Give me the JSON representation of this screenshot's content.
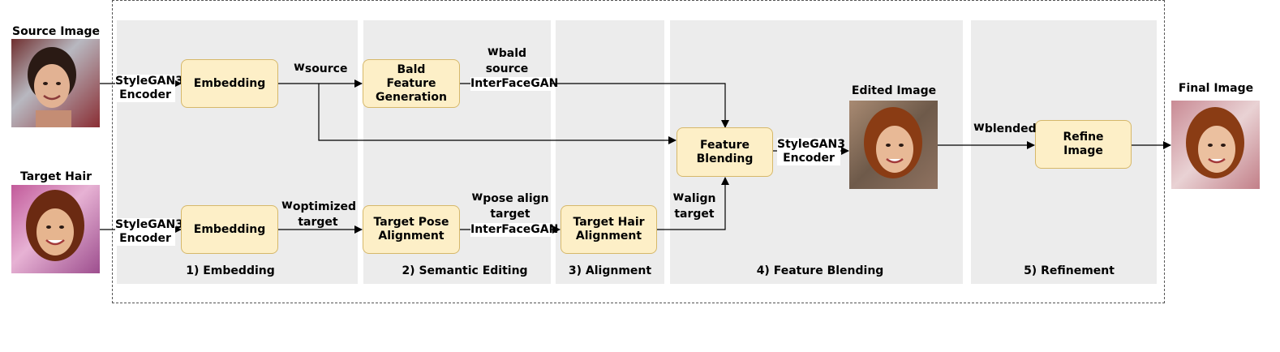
{
  "images": {
    "source_title": "Source Image",
    "target_title": "Target Hair",
    "edited_title": "Edited Image",
    "final_title": "Final Image"
  },
  "stages": {
    "s1": "1) Embedding",
    "s2": "2) Semantic Editing",
    "s3": "3) Alignment",
    "s4": "4) Feature Blending",
    "s5": "5) Refinement"
  },
  "boxes": {
    "embed_top": "Embedding",
    "embed_bottom": "Embedding",
    "bald_l1": "Bald",
    "bald_l2": "Feature",
    "bald_l3": "Generation",
    "pose_l1": "Target Pose",
    "pose_l2": "Alignment",
    "hair_l1": "Target Hair",
    "hair_l2": "Alignment",
    "blend_l1": "Feature",
    "blend_l2": "Blending",
    "refine_l1": "Refine",
    "refine_l2": "Image"
  },
  "encoders": {
    "top_l1": "StyleGAN3",
    "top_l2": "Encoder",
    "bottom_l1": "StyleGAN3",
    "bottom_l2": "Encoder",
    "blend_l1": "StyleGAN3",
    "blend_l2": "Encoder"
  },
  "latents": {
    "w": "w",
    "source_sub": "source",
    "bald_sub": "bald",
    "bald_line2": "source",
    "optimized_sub": "optimized",
    "optimized_line2": "target",
    "pose_sub": "pose align",
    "pose_line2": "target",
    "align_sub": "align",
    "align_line2": "target",
    "blended_sub": "blended"
  },
  "methods": {
    "interfacegan_top": "InterFaceGAN",
    "interfacegan_bottom": "InterFaceGAN"
  },
  "colors": {
    "panel": "#ececec",
    "box_fill": "#fdefc7",
    "box_border": "#d6b86a",
    "dashed_border": "#555555"
  }
}
